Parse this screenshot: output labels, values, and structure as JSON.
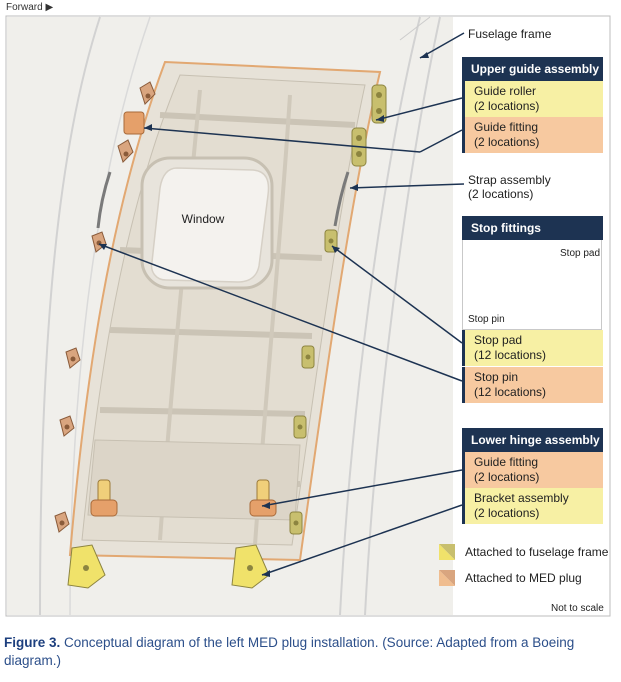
{
  "forward_label": "Forward ▶",
  "window_label": "Window",
  "callouts": {
    "fuselage_frame": "Fuselage frame",
    "strap_assembly_1": "Strap assembly",
    "strap_assembly_2": "(2 locations)"
  },
  "upper_guide": {
    "header": "Upper guide assembly",
    "guide_roller_1": "Guide roller",
    "guide_roller_2": "(2 locations)",
    "guide_fitting_1": "Guide fitting",
    "guide_fitting_2": "(2 locations)"
  },
  "stop_fittings": {
    "header": "Stop fittings",
    "stop_pad_label": "Stop pad",
    "stop_pin_label": "Stop pin",
    "stop_pad_1": "Stop pad",
    "stop_pad_2": "(12 locations)",
    "stop_pin_1": "Stop pin",
    "stop_pin_2": "(12 locations)"
  },
  "lower_hinge": {
    "header": "Lower hinge assembly",
    "guide_fitting_1": "Guide fitting",
    "guide_fitting_2": "(2 locations)",
    "bracket_1": "Bracket assembly",
    "bracket_2": "(2 locations)"
  },
  "legend": {
    "frame": "Attached to fuselage frame",
    "plug": "Attached to MED plug"
  },
  "colors": {
    "frame_part": "#c8bf6e",
    "plug_part": "#d9a57f",
    "header_bg": "#1d3352",
    "yellow_box": "#f7f0a4",
    "orange_box": "#f7c9a0"
  },
  "not_to_scale": "Not to scale",
  "caption": {
    "label": "Figure 3.",
    "text": " Conceptual diagram of the left MED plug installation. (Source: Adapted from a Boeing diagram.)"
  }
}
